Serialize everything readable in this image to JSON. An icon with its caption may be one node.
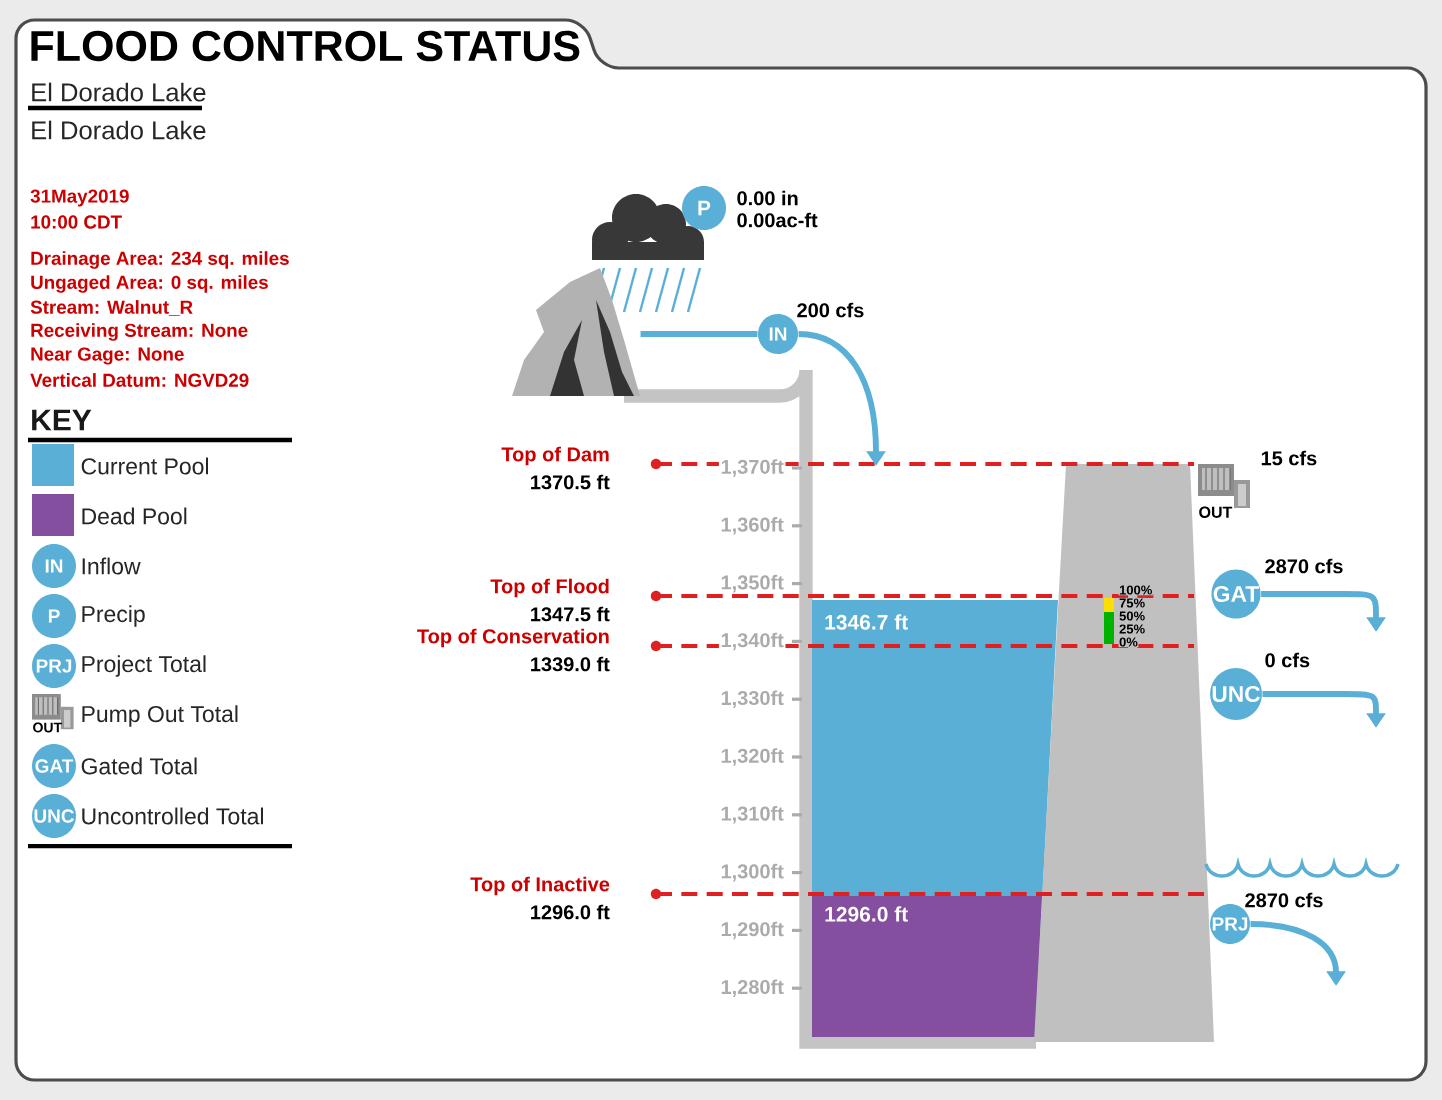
{
  "diagram": {
    "title": "FLOOD CONTROL STATUS",
    "nodes": [
      {
        "text": [
          "P"
        ],
        "beside": [
          "0.00 in",
          "0.00ac-ft"
        ]
      },
      {
        "text": [],
        "shape": "picture"
      },
      {
        "text": [
          "IN"
        ],
        "beside": [
          "200 cfs"
        ]
      },
      {
        "text": [
          "OUT"
        ],
        "beside": [
          "15 cfs"
        ]
      },
      {
        "text": [
          "GAT"
        ],
        "beside": [
          "2870 cfs"
        ]
      },
      {
        "text": [
          "UNC"
        ],
        "beside": [
          "0 cfs"
        ]
      },
      {
        "text": [
          "PRJ"
        ],
        "beside": [
          "2870 cfs"
        ]
      }
    ],
    "edges": [
      {
        "from": 1,
        "to": 2,
        "arrow": "none"
      },
      {
        "from": 2,
        "to": null,
        "arrow": "to"
      },
      {
        "from": 4,
        "to": null,
        "arrow": "to"
      },
      {
        "from": 5,
        "to": null,
        "arrow": "to"
      },
      {
        "from": 6,
        "to": null,
        "arrow": "to"
      }
    ],
    "labels": [
      "El Dorado Lake",
      "El Dorado Lake",
      "31May2019",
      "10:00 CDT",
      "Drainage Area: 234 sq. miles",
      "Ungaged Area: 0 sq. miles",
      "Stream: Walnut_R",
      "Receiving Stream: None",
      "Near Gage: None",
      "Vertical Datum: NGVD29",
      "KEY",
      "IN",
      "P",
      "PRJ",
      "OUT",
      "GAT",
      "UNC",
      "Top of Dam",
      "1370.5 ft",
      "Top of Flood",
      "1347.5 ft",
      "Top of Conservation",
      "1339.0 ft",
      "Top of Inactive",
      "1296.0 ft",
      "1,370ft",
      "1,360ft",
      "1,350ft",
      "1,340ft",
      "1,330ft",
      "1,320ft",
      "1,310ft",
      "1,300ft",
      "1,290ft",
      "1,280ft",
      "1346.7 ft",
      "1296.0 ft",
      "100%",
      "75%",
      "50%",
      "25%",
      "0%"
    ],
    "legend": [
      {
        "text": "Current Pool",
        "color": "#5aafd6"
      },
      {
        "text": "Dead Pool",
        "color": "#834f9e"
      },
      {
        "text": "Inflow"
      },
      {
        "text": "Precip"
      },
      {
        "text": "Project Total"
      },
      {
        "text": "Pump Out Total"
      },
      {
        "text": "Gated Total"
      },
      {
        "text": "Uncontrolled Total"
      }
    ]
  }
}
